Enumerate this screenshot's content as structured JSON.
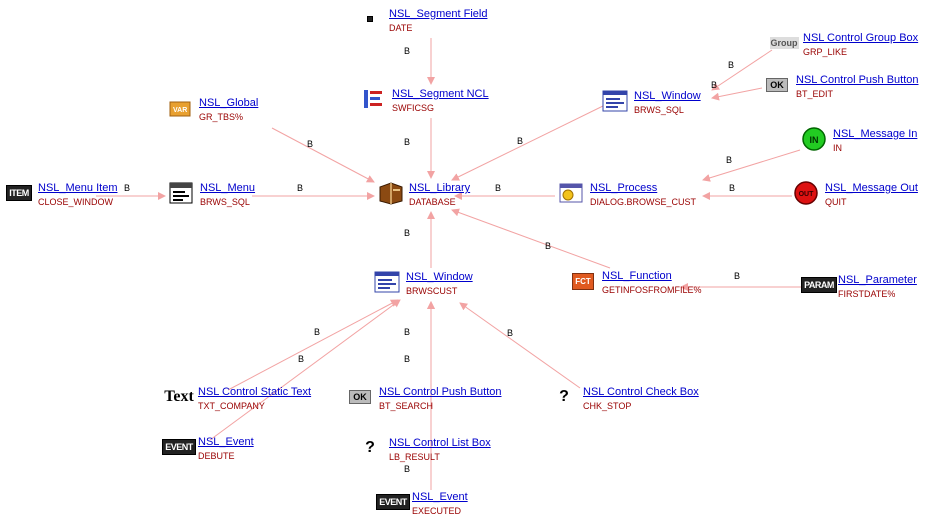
{
  "nodes": {
    "segment_field": {
      "name": "NSL_Segment Field",
      "value": "DATE",
      "icon": "field-icon"
    },
    "segment_ncl": {
      "name": "NSL_Segment NCL",
      "value": "SWFICSG",
      "icon": "segment-icon"
    },
    "global": {
      "name": "NSL_Global",
      "value": "GR_TBS%",
      "icon": "global-var-icon"
    },
    "window_top": {
      "name": "NSL_Window",
      "value": "BRWS_SQL",
      "icon": "window-icon"
    },
    "control_group_box": {
      "name": "NSL Control Group Box",
      "value": "GRP_LIKE",
      "icon": "group-box-icon",
      "icon_text": "Group"
    },
    "control_push_button_top": {
      "name": "NSL Control Push Button",
      "value": "BT_EDIT",
      "icon": "push-button-icon",
      "icon_text": "OK"
    },
    "message_in": {
      "name": "NSL_Message In",
      "value": "IN",
      "icon": "message-in-icon",
      "icon_text": "IN"
    },
    "message_out": {
      "name": "NSL_Message Out",
      "value": "QUIT",
      "icon": "message-out-icon",
      "icon_text": "OUT"
    },
    "menu_item": {
      "name": "NSL_Menu Item",
      "value": "CLOSE_WINDOW",
      "icon": "menu-item-icon",
      "icon_text": "ITEM"
    },
    "menu": {
      "name": "NSL_Menu",
      "value": "BRWS_SQL",
      "icon": "menu-icon"
    },
    "library": {
      "name": "NSL_Library",
      "value": "DATABASE",
      "icon": "book-icon"
    },
    "process": {
      "name": "NSL_Process",
      "value": "DIALOG.BROWSE_CUST",
      "icon": "process-icon"
    },
    "window_mid": {
      "name": "NSL_Window",
      "value": "BRWSCUST",
      "icon": "window-icon"
    },
    "function": {
      "name": "NSL_Function",
      "value": "GETINFOSFROMFILE%",
      "icon": "function-icon",
      "icon_text": "FCT"
    },
    "parameter": {
      "name": "NSL_Parameter",
      "value": "FIRSTDATE%",
      "icon": "parameter-icon",
      "icon_text": "PARAM"
    },
    "static_text": {
      "name": "NSL Control Static Text",
      "value": "TXT_COMPANY",
      "icon": "static-text-icon",
      "icon_text": "Text"
    },
    "push_button_bottom": {
      "name": "NSL Control Push Button",
      "value": "BT_SEARCH",
      "icon": "push-button-icon",
      "icon_text": "OK"
    },
    "check_box": {
      "name": "NSL Control Check Box",
      "value": "CHK_STOP",
      "icon": "question-icon",
      "icon_text": "?"
    },
    "event_debute": {
      "name": "NSL_Event",
      "value": "DEBUTE",
      "icon": "event-icon",
      "icon_text": "EVENT"
    },
    "list_box": {
      "name": "NSL Control List Box",
      "value": "LB_RESULT",
      "icon": "question-icon",
      "icon_text": "?"
    },
    "event_executed": {
      "name": "NSL_Event",
      "value": "EXECUTED",
      "icon": "event-icon",
      "icon_text": "EVENT"
    }
  },
  "edge_label": "B",
  "colors": {
    "edge": "#f2a3a3",
    "link": "#0000cc",
    "value": "#990000"
  }
}
